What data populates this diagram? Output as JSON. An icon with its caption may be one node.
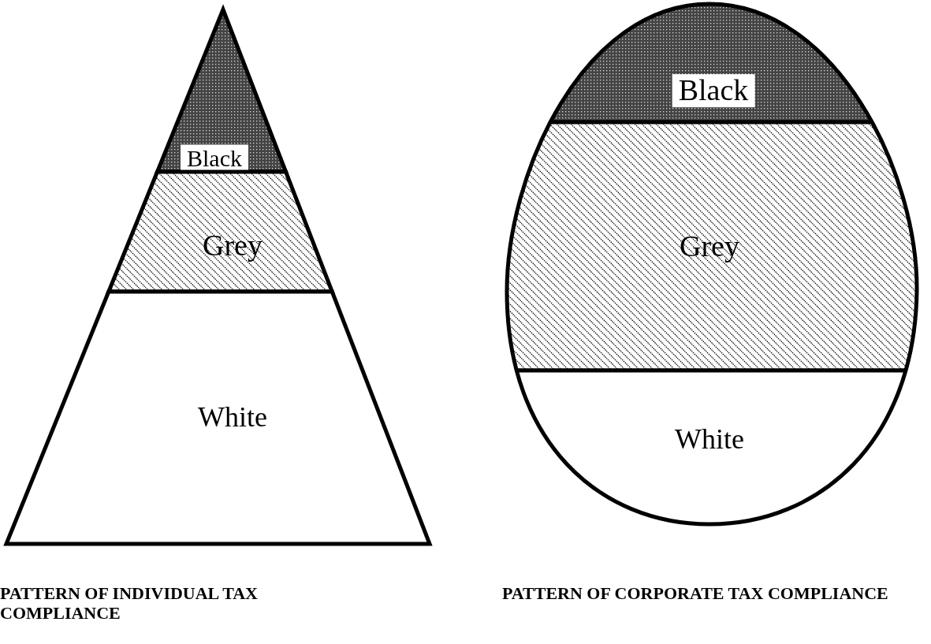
{
  "diagram": {
    "nodes": [
      {
        "text": [
          "Black"
        ]
      },
      {
        "text": [
          "Grey"
        ]
      },
      {
        "text": [
          "White"
        ]
      },
      {
        "text": [
          "Black"
        ]
      },
      {
        "text": [
          "Grey"
        ]
      },
      {
        "text": [
          "White"
        ]
      }
    ],
    "labels": [
      "PATTERN OF INDIVIDUAL TAX COMPLIANCE",
      "PATTERN OF CORPORATE TAX COMPLIANCE"
    ]
  }
}
